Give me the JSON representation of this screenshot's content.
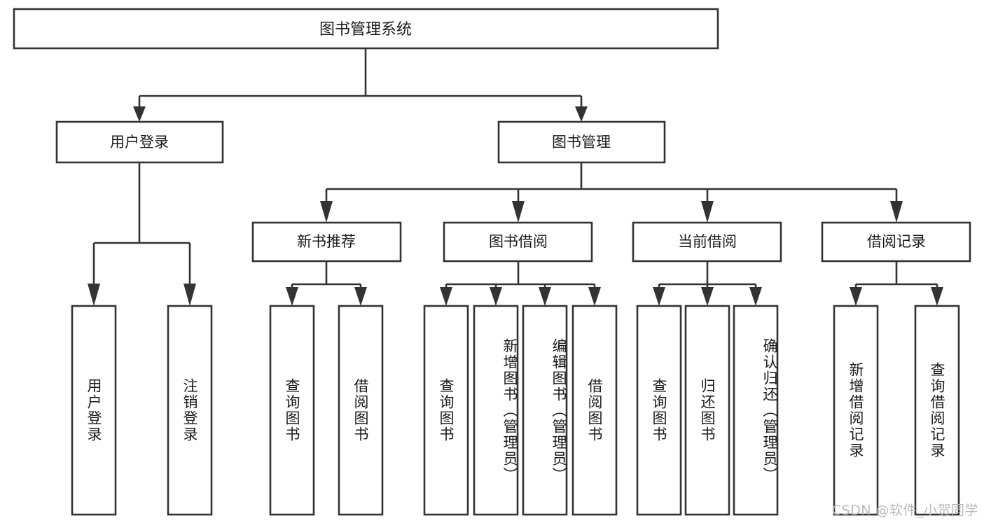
{
  "diagram": {
    "type": "tree-hierarchy",
    "title_node": {
      "id": "root",
      "label": "图书管理系统"
    },
    "level2": [
      {
        "id": "user-login",
        "label": "用户登录"
      },
      {
        "id": "book-manage",
        "label": "图书管理"
      }
    ],
    "level3": [
      {
        "id": "new-book-rec",
        "label": "新书推荐",
        "parent": "book-manage"
      },
      {
        "id": "book-borrow",
        "label": "图书借阅",
        "parent": "book-manage"
      },
      {
        "id": "current-borrow",
        "label": "当前借阅",
        "parent": "book-manage"
      },
      {
        "id": "borrow-record",
        "label": "借阅记录",
        "parent": "book-manage"
      }
    ],
    "leaves": {
      "user-login": [
        {
          "id": "leaf-user-login",
          "label": "用户登录"
        },
        {
          "id": "leaf-user-logout",
          "label": "注销登录"
        }
      ],
      "new-book-rec": [
        {
          "id": "leaf-query-book-1",
          "label": "查询图书"
        },
        {
          "id": "leaf-borrow-book-1",
          "label": "借阅图书"
        }
      ],
      "book-borrow": [
        {
          "id": "leaf-query-book-2",
          "label": "查询图书"
        },
        {
          "id": "leaf-add-book",
          "label": "新增图书（管理员）"
        },
        {
          "id": "leaf-edit-book",
          "label": "编辑图书（管理员）"
        },
        {
          "id": "leaf-borrow-book-2",
          "label": "借阅图书"
        }
      ],
      "current-borrow": [
        {
          "id": "leaf-query-book-3",
          "label": "查询图书"
        },
        {
          "id": "leaf-return-book",
          "label": "归还图书"
        },
        {
          "id": "leaf-confirm-return",
          "label": "确认归还（管理员）"
        }
      ],
      "borrow-record": [
        {
          "id": "leaf-add-record",
          "label": "新增借阅记录"
        },
        {
          "id": "leaf-query-record",
          "label": "查询借阅记录"
        }
      ]
    },
    "colors": {
      "box_stroke": "#333333",
      "box_fill": "#ffffff",
      "text": "#1a1a1a",
      "connector": "#333333",
      "watermark": "#b9b9b9",
      "background": "#ffffff"
    }
  },
  "watermark": {
    "text": "CSDN @软件_小贺同学"
  }
}
